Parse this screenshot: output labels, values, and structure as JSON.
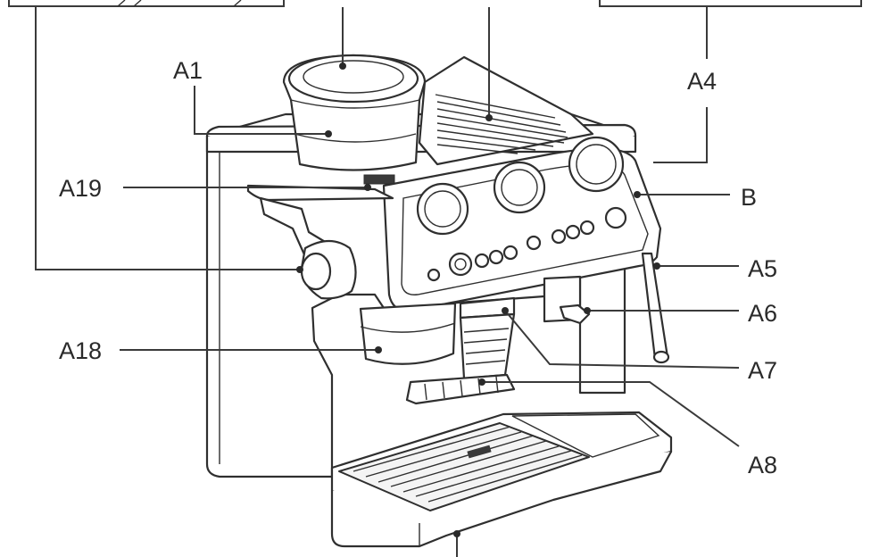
{
  "labels": [
    {
      "id": "A1",
      "text": "A1"
    },
    {
      "id": "A4",
      "text": "A4"
    },
    {
      "id": "A19",
      "text": "A19"
    },
    {
      "id": "B",
      "text": "B"
    },
    {
      "id": "A5",
      "text": "A5"
    },
    {
      "id": "A6",
      "text": "A6"
    },
    {
      "id": "A18",
      "text": "A18"
    },
    {
      "id": "A7",
      "text": "A7"
    },
    {
      "id": "A8",
      "text": "A8"
    }
  ]
}
